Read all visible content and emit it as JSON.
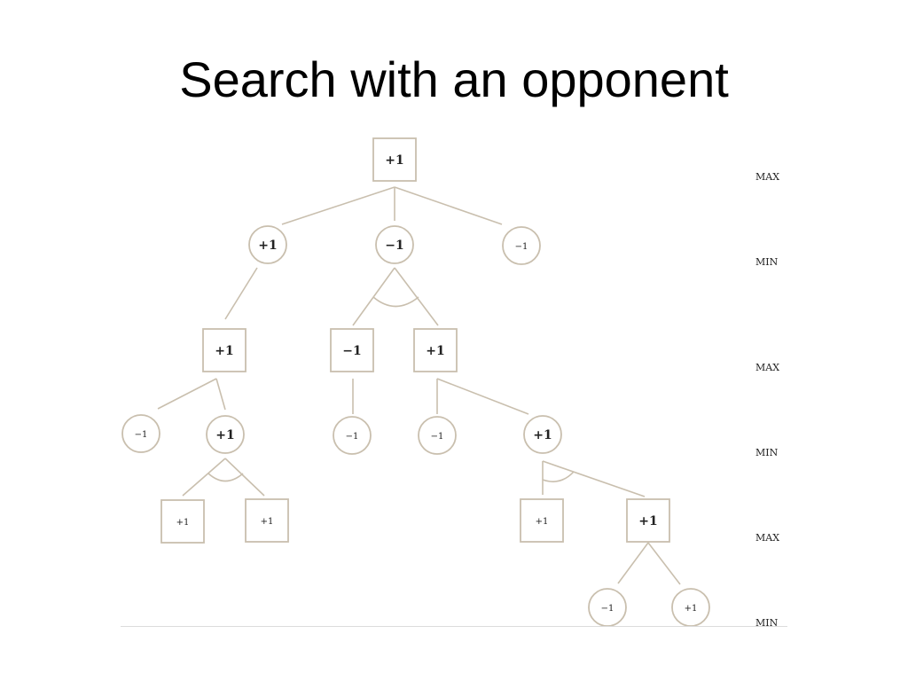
{
  "slide": {
    "title": "Search with an opponent"
  },
  "diagram": {
    "line_color": "#c9bfae",
    "text_color": "#222222",
    "levels": [
      "MAX",
      "MIN",
      "MAX",
      "MIN",
      "MAX",
      "MIN"
    ],
    "nodes": [
      {
        "id": "root",
        "kind": "max",
        "label": "+1"
      },
      {
        "id": "a",
        "parent": "root",
        "kind": "min",
        "label": "+1"
      },
      {
        "id": "b",
        "parent": "root",
        "kind": "min",
        "label": "−1"
      },
      {
        "id": "c",
        "parent": "root",
        "kind": "min",
        "label": "−1"
      },
      {
        "id": "a1",
        "parent": "a",
        "kind": "max",
        "label": "+1"
      },
      {
        "id": "b1",
        "parent": "b",
        "kind": "max",
        "label": "−1"
      },
      {
        "id": "b2",
        "parent": "b",
        "kind": "max",
        "label": "+1"
      },
      {
        "id": "a1x",
        "parent": "a1",
        "kind": "min",
        "label": "−1"
      },
      {
        "id": "a1y",
        "parent": "a1",
        "kind": "min",
        "label": "+1"
      },
      {
        "id": "b1x",
        "parent": "b1",
        "kind": "min",
        "label": "−1"
      },
      {
        "id": "b2x",
        "parent": "b2",
        "kind": "min",
        "label": "−1"
      },
      {
        "id": "b2y",
        "parent": "b2",
        "kind": "min",
        "label": "+1"
      },
      {
        "id": "a1y1",
        "parent": "a1y",
        "kind": "max",
        "label": "+1"
      },
      {
        "id": "a1y2",
        "parent": "a1y",
        "kind": "max",
        "label": "+1"
      },
      {
        "id": "b2y1",
        "parent": "b2y",
        "kind": "max",
        "label": "+1"
      },
      {
        "id": "b2y2",
        "parent": "b2y",
        "kind": "max",
        "label": "+1"
      },
      {
        "id": "b2y2a",
        "parent": "b2y2",
        "kind": "min",
        "label": "−1"
      },
      {
        "id": "b2y2b",
        "parent": "b2y2",
        "kind": "min",
        "label": "+1"
      }
    ],
    "and_arcs": [
      "b",
      "a1y",
      "b2y"
    ]
  }
}
